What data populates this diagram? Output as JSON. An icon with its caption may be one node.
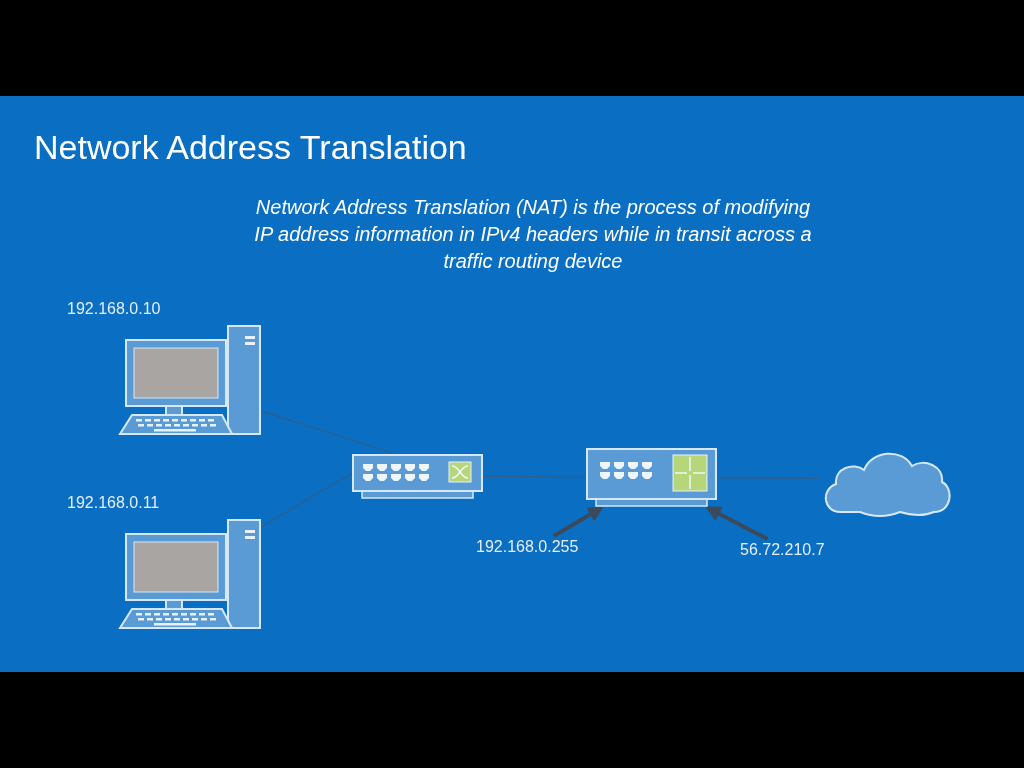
{
  "diagram": {
    "title": "Network Address Translation",
    "nodes": [
      {
        "text": [
          "192.168.0.10"
        ]
      },
      {
        "text": [
          "192.168.0.11"
        ]
      },
      {
        "text": [],
        "shape": "box"
      },
      {
        "text": [],
        "shape": "box"
      },
      {
        "text": [],
        "shape": "cloud"
      },
      {
        "text": [
          "192.168.0.255"
        ]
      },
      {
        "text": [
          "56.72.210.7"
        ]
      }
    ],
    "edges": [
      {
        "from": 0,
        "to": 2,
        "arrow": "none"
      },
      {
        "from": 1,
        "to": 2,
        "arrow": "none"
      },
      {
        "from": 2,
        "to": 3,
        "arrow": "none"
      },
      {
        "from": 3,
        "to": 4,
        "arrow": "none"
      },
      {
        "from": 5,
        "to": 3,
        "arrow": "to",
        "style": "thick"
      },
      {
        "from": 6,
        "to": 3,
        "arrow": "to",
        "style": "thick"
      }
    ],
    "labels": [
      "Network Address Translation (NAT) is the process of modifying IP address information in IPv4 headers while in transit across a traffic routing device"
    ]
  }
}
